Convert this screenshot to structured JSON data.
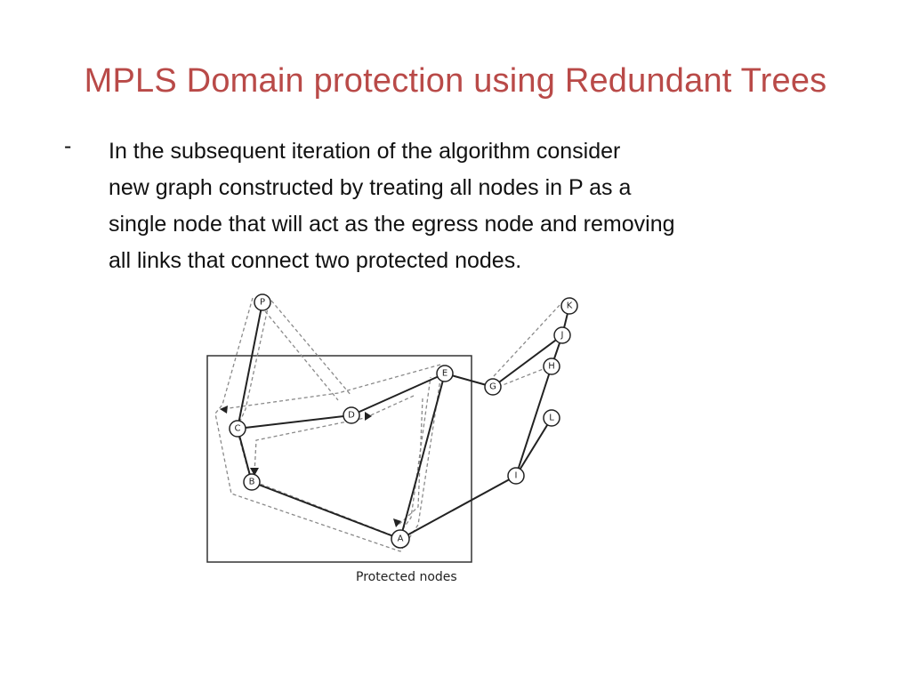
{
  "slide": {
    "title": "MPLS Domain protection using Redundant Trees",
    "bullet_marker": "-",
    "bullet_lines": [
      "In the subsequent iteration of the algorithm consider",
      "new graph constructed by treating all nodes in P as a",
      "single node that will act as the egress node and removing",
      "all links that connect two protected nodes."
    ]
  },
  "diagram": {
    "caption": "Protected nodes",
    "nodes": {
      "P": "P",
      "C": "C",
      "D": "D",
      "E": "E",
      "B": "B",
      "A": "A",
      "G": "G",
      "K": "K",
      "J": "J",
      "H": "H",
      "L": "L",
      "I": "I"
    }
  },
  "colors": {
    "title": "#b94a48",
    "text": "#111111",
    "line": "#222222",
    "dashed": "#888888"
  }
}
